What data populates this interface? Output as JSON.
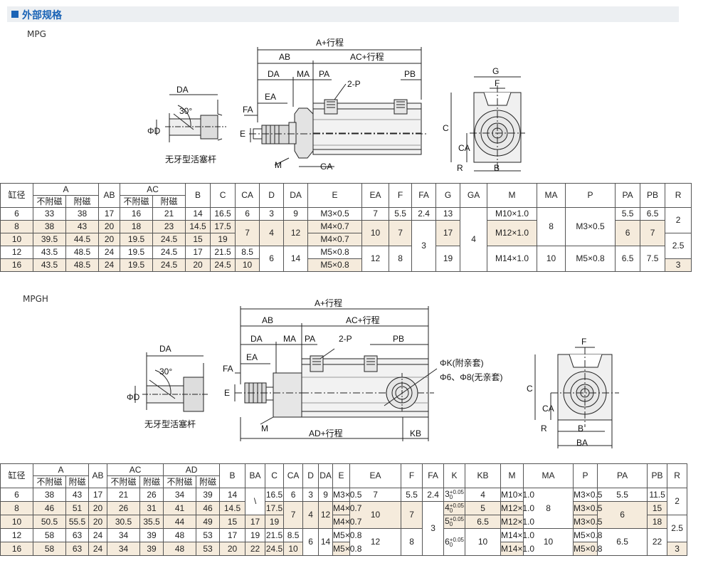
{
  "header": {
    "title": "外部规格"
  },
  "t1": {
    "model": "MPG",
    "rod_caption": "无牙型活塞杆",
    "labels": {
      "ApS": "A+行程",
      "AB": "AB",
      "ACpS": "AC+行程",
      "DA": "DA",
      "MA": "MA",
      "PA": "PA",
      "PB": "PB",
      "P2": "2-P",
      "EA": "EA",
      "FA": "FA",
      "E": "E",
      "M": "M",
      "GA": "GA",
      "G": "G",
      "F": "F",
      "C": "C",
      "CA": "CA",
      "R": "R",
      "B": "B",
      "PhiD": "ΦD",
      "DA2": "DA",
      "deg": "30°"
    },
    "head": {
      "bore": "缸径",
      "A": "A",
      "AB": "AB",
      "AC": "AC",
      "B": "B",
      "C": "C",
      "CA": "CA",
      "D": "D",
      "DA": "DA",
      "E": "E",
      "EA": "EA",
      "F": "F",
      "FA": "FA",
      "G": "G",
      "GA": "GA",
      "M": "M",
      "MA": "MA",
      "P": "P",
      "PA": "PA",
      "PB": "PB",
      "R": "R",
      "nm": "不附磁",
      "m": "附磁"
    },
    "rows": [
      [
        "6",
        "33",
        "38",
        "17",
        "16",
        "21",
        "14",
        "16.5"
      ],
      [
        "8",
        "38",
        "43",
        "20",
        "18",
        "23",
        "14.5",
        "17.5"
      ],
      [
        "10",
        "39.5",
        "44.5",
        "20",
        "19.5",
        "24.5",
        "15",
        "19"
      ],
      [
        "12",
        "43.5",
        "48.5",
        "24",
        "19.5",
        "24.5",
        "17",
        "21.5"
      ],
      [
        "16",
        "43.5",
        "48.5",
        "24",
        "19.5",
        "24.5",
        "20",
        "24.5"
      ]
    ],
    "ca": {
      "r1": "6",
      "r23": "7",
      "r4": "8.5",
      "r5": "10"
    },
    "d": {
      "r1": "3",
      "r23": "4",
      "r45": "6"
    },
    "da": {
      "r1": "9",
      "r23": "12",
      "r45": "14"
    },
    "e": {
      "r1": "M3×0.5",
      "r2": "M4×0.7",
      "r3": "M4×0.7",
      "r4": "M5×0.8",
      "r5": "M5×0.8"
    },
    "ea": {
      "r1": "7",
      "r23": "10",
      "r45": "12"
    },
    "f": {
      "r1": "5.5",
      "r23": "7",
      "r45": "8"
    },
    "fa": {
      "r1": "2.4",
      "r25": "3"
    },
    "g": {
      "r1": "13",
      "r23": "17",
      "r45": "19"
    },
    "ga": {
      "all": "4"
    },
    "m": {
      "r1": "M10×1.0",
      "r23": "M12×1.0",
      "r45": "M14×1.0"
    },
    "ma": {
      "r13": "8",
      "r45": "10"
    },
    "p": {
      "r13": "M3×0.5",
      "r45": "M5×0.8"
    },
    "pa": {
      "r1": "5.5",
      "r23": "6",
      "r45": "6.5"
    },
    "pb": {
      "r1": "6.5",
      "r23": "7",
      "r45": "7.5"
    },
    "r": {
      "r12": "2",
      "r34": "2.5",
      "r5": "3"
    }
  },
  "t2": {
    "model": "MPGH",
    "rod_caption": "无牙型活塞杆",
    "labels": {
      "ApS": "A+行程",
      "AB": "AB",
      "ACpS": "AC+行程",
      "DA": "DA",
      "MA": "MA",
      "PA": "PA",
      "PB": "PB",
      "P2": "2-P",
      "EA": "EA",
      "FA": "FA",
      "E": "E",
      "M": "M",
      "ADpS": "AD+行程",
      "KB": "KB",
      "K1": "ΦK(附亲套)",
      "K2": "Φ6、Φ8(无亲套)",
      "F": "F",
      "C": "C",
      "CA": "CA",
      "R": "R",
      "B": "B",
      "BA": "BA",
      "PhiD": "ΦD",
      "DA2": "DA",
      "deg": "30°"
    },
    "head": {
      "bore": "缸径",
      "A": "A",
      "AB": "AB",
      "AC": "AC",
      "AD": "AD",
      "B": "B",
      "BA": "BA",
      "C": "C",
      "CA": "CA",
      "D": "D",
      "DA": "DA",
      "E": "E",
      "EA": "EA",
      "F": "F",
      "FA": "FA",
      "K": "K",
      "KB": "KB",
      "M": "M",
      "MA": "MA",
      "P": "P",
      "PA": "PA",
      "PB": "PB",
      "R": "R",
      "nm": "不附磁",
      "m": "附磁"
    },
    "rows": [
      [
        "6",
        "38",
        "43",
        "17",
        "21",
        "26",
        "34",
        "39",
        "14"
      ],
      [
        "8",
        "46",
        "51",
        "20",
        "26",
        "31",
        "41",
        "46",
        "14.5"
      ],
      [
        "10",
        "50.5",
        "55.5",
        "20",
        "30.5",
        "35.5",
        "44",
        "49",
        "15"
      ],
      [
        "12",
        "58",
        "63",
        "24",
        "34",
        "39",
        "48",
        "53",
        "17"
      ],
      [
        "16",
        "58",
        "63",
        "24",
        "34",
        "39",
        "48",
        "53",
        "20"
      ]
    ],
    "ba": {
      "r12": "\\",
      "r3": "17",
      "r4": "19",
      "r5": "22"
    },
    "c": {
      "r1": "16.5",
      "r2": "17.5",
      "r3": "19",
      "r4": "21.5",
      "r5": "24.5"
    },
    "ca": {
      "r1": "6",
      "r23": "7",
      "r4": "8.5",
      "r5": "10"
    },
    "d": {
      "r1": "3",
      "r23": "4",
      "r45": "6"
    },
    "da": {
      "r1": "9",
      "r23": "12",
      "r45": "14"
    },
    "e": {
      "r1": "M3×0.5",
      "r2": "M4×0.7",
      "r3": "M4×0.7",
      "r4": "M5×0.8",
      "r5": "M5×0.8"
    },
    "ea": {
      "r1": "7",
      "r23": "10",
      "r45": "12"
    },
    "f": {
      "r1": "5.5",
      "r23": "7",
      "r45": "8"
    },
    "fa": {
      "r1": "2.4",
      "r25": "3"
    },
    "k": {
      "r1": "3",
      "r2": "4",
      "r3": "5",
      "r45": "6",
      "tol_up": "+0.05",
      "tol_dn": "0"
    },
    "kb": {
      "r1": "4",
      "r2": "5",
      "r3": "6.5",
      "r45": "10"
    },
    "m": {
      "r1": "M10×1.0",
      "r2": "M12×1.0",
      "r3": "M12×1.0",
      "r4": "M14×1.0",
      "r5": "M14×1.0"
    },
    "ma": {
      "r13": "8",
      "r45": "10"
    },
    "p": {
      "r1": "M3×0.5",
      "r2": "M3×0.5",
      "r3": "M3×0.5",
      "r4": "M5×0.8",
      "r5": "M5×0.8"
    },
    "pa": {
      "r1": "5.5",
      "r23": "6",
      "r45": "6.5"
    },
    "pb": {
      "r1": "11.5",
      "r2": "15",
      "r3": "18",
      "r45": "22"
    },
    "r": {
      "r12": "2",
      "r34": "2.5",
      "r5": "3"
    }
  }
}
